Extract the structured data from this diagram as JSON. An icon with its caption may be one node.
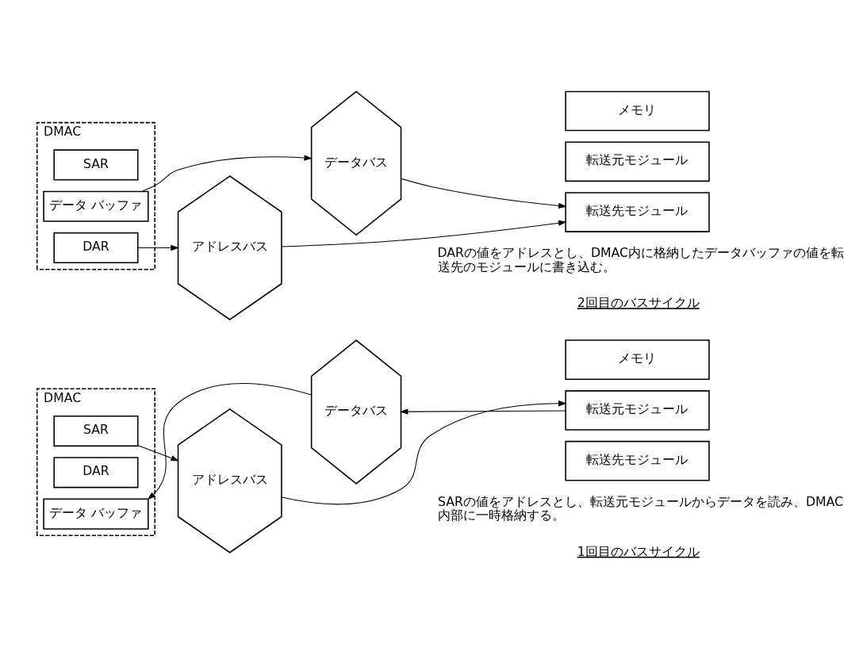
{
  "diagram": {
    "nodes": [
      {
        "text": [
          "DMAC"
        ]
      },
      {
        "text": [
          "SAR"
        ],
        "in": 0
      },
      {
        "text": [
          "DAR"
        ],
        "in": 0
      },
      {
        "text": [
          "データ バッファ"
        ],
        "in": 0
      },
      {
        "text": [
          "アドレスバス"
        ]
      },
      {
        "text": [
          "データバス"
        ]
      },
      {
        "text": [
          "メモリ"
        ]
      },
      {
        "text": [
          "転送元モジュール"
        ]
      },
      {
        "text": [
          "転送先モジュール"
        ]
      },
      {
        "text": [
          "DMAC"
        ]
      },
      {
        "text": [
          "SAR"
        ],
        "in": 9
      },
      {
        "text": [
          "DAR"
        ],
        "in": 9
      },
      {
        "text": [
          "データ バッファ"
        ],
        "in": 9
      },
      {
        "text": [
          "アドレスバス"
        ]
      },
      {
        "text": [
          "データバス"
        ]
      },
      {
        "text": [
          "メモリ"
        ]
      },
      {
        "text": [
          "転送元モジュール"
        ]
      },
      {
        "text": [
          "転送先モジュール"
        ]
      }
    ],
    "edges": [
      {
        "from": 1,
        "to": 4,
        "arrow": "to"
      },
      {
        "from": 4,
        "to": 7,
        "arrow": "to"
      },
      {
        "from": 7,
        "to": 5,
        "arrow": "to"
      },
      {
        "from": 5,
        "to": 3,
        "arrow": "to"
      },
      {
        "from": 11,
        "to": 13,
        "arrow": "to"
      },
      {
        "from": 13,
        "to": 17,
        "arrow": "to"
      },
      {
        "from": 12,
        "to": 14,
        "arrow": "to"
      },
      {
        "from": 14,
        "to": 17,
        "arrow": "to"
      }
    ],
    "labels": [
      "SARの値をアドレスとし、転送元モジュールからデータを読み、DMAC内部に一時格納する。",
      "1回目のバスサイクル",
      "DARの値をアドレスとし、DMAC内に格納したデータバッファの値を転送先のモジュールに書き込む。",
      "2回目のバスサイクル"
    ]
  }
}
